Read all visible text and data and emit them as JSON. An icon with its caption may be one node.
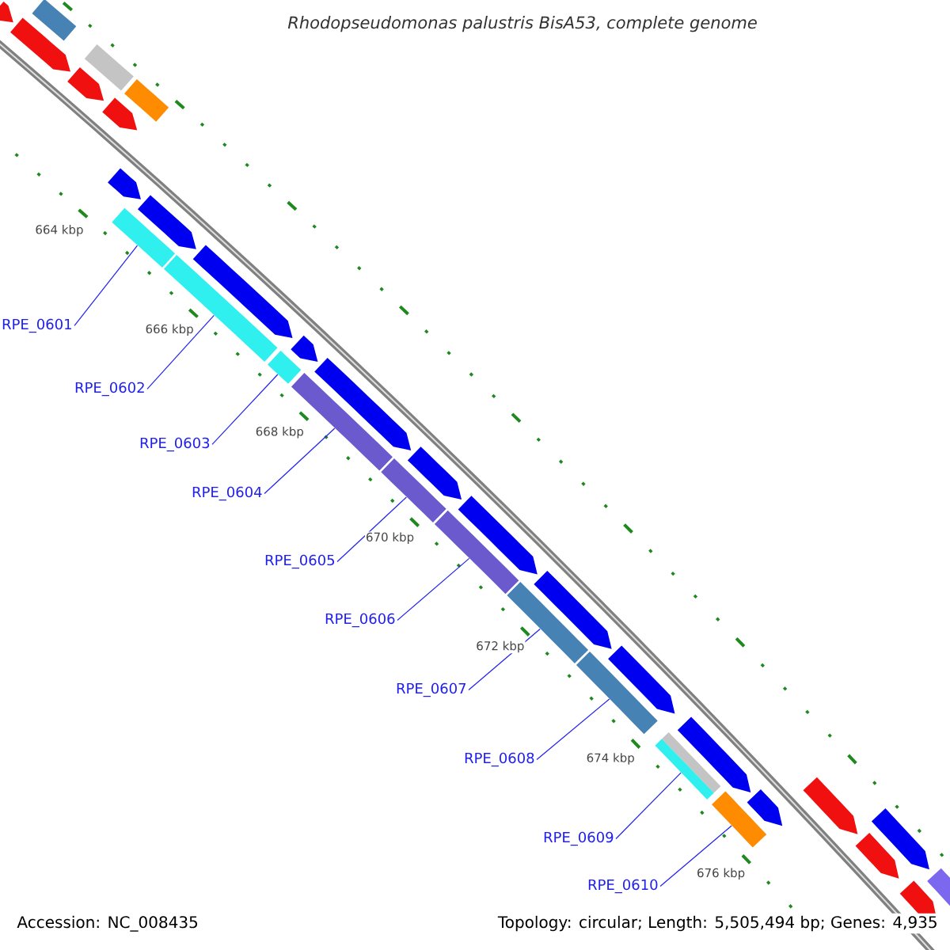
{
  "diagram": {
    "title": "Rhodopseudomonas palustris BisA53, complete genome",
    "nodes": [
      {
        "text": [
          "RPE_0601"
        ]
      },
      {
        "text": [
          "RPE_0602"
        ]
      },
      {
        "text": [
          "RPE_0603"
        ]
      },
      {
        "text": [
          "RPE_0604"
        ]
      },
      {
        "text": [
          "RPE_0605"
        ]
      },
      {
        "text": [
          "RPE_0606"
        ]
      },
      {
        "text": [
          "RPE_0607"
        ]
      },
      {
        "text": [
          "RPE_0608"
        ]
      },
      {
        "text": [
          "RPE_0609"
        ]
      },
      {
        "text": [
          "RPE_0610"
        ]
      },
      {
        "text": [],
        "shape": "bar"
      },
      {
        "text": [],
        "shape": "pentagon"
      },
      {
        "text": [],
        "shape": "pentagon"
      },
      {
        "text": [],
        "shape": "bar"
      },
      {
        "text": [],
        "shape": "pentagon"
      },
      {
        "text": [],
        "shape": "pentagon"
      },
      {
        "text": [],
        "shape": "bar"
      },
      {
        "text": [],
        "shape": "pentagon"
      },
      {
        "text": [],
        "shape": "bar"
      },
      {
        "text": [],
        "shape": "pentagon"
      },
      {
        "text": [],
        "shape": "bar"
      },
      {
        "text": [],
        "shape": "pentagon"
      },
      {
        "text": [],
        "shape": "bar"
      },
      {
        "text": [],
        "shape": "pentagon"
      },
      {
        "text": [],
        "shape": "bar"
      },
      {
        "text": [],
        "shape": "pentagon"
      },
      {
        "text": [],
        "shape": "bar"
      },
      {
        "text": [],
        "shape": "pentagon"
      },
      {
        "text": [],
        "shape": "bar"
      },
      {
        "text": [],
        "shape": "pentagon"
      },
      {
        "text": [],
        "shape": "bar"
      },
      {
        "text": [],
        "shape": "pentagon"
      },
      {
        "text": [],
        "shape": "bar"
      },
      {
        "text": [],
        "shape": "pentagon"
      },
      {
        "text": [],
        "shape": "bar"
      },
      {
        "text": [],
        "shape": "bar"
      },
      {
        "text": [],
        "shape": "pentagon"
      },
      {
        "text": [],
        "shape": "bar"
      },
      {
        "text": [],
        "shape": "pentagon"
      },
      {
        "text": [],
        "shape": "pentagon"
      },
      {
        "text": [],
        "shape": "pentagon"
      },
      {
        "text": [],
        "shape": "pentagon"
      },
      {
        "text": [],
        "shape": "pentagon"
      },
      {
        "text": [],
        "shape": "bar"
      }
    ],
    "edges": [
      {
        "from": 0,
        "to": 18,
        "arrow": "none"
      },
      {
        "from": 1,
        "to": 20,
        "arrow": "none"
      },
      {
        "from": 2,
        "to": 22,
        "arrow": "none"
      },
      {
        "from": 3,
        "to": 24,
        "arrow": "none"
      },
      {
        "from": 4,
        "to": 26,
        "arrow": "none"
      },
      {
        "from": 5,
        "to": 28,
        "arrow": "none"
      },
      {
        "from": 6,
        "to": 30,
        "arrow": "none"
      },
      {
        "from": 7,
        "to": 32,
        "arrow": "none"
      },
      {
        "from": 8,
        "to": 35,
        "arrow": "none"
      },
      {
        "from": 9,
        "to": 37,
        "arrow": "none"
      }
    ],
    "labels": [
      "664 kbp",
      "666 kbp",
      "668 kbp",
      "670 kbp",
      "672 kbp",
      "674 kbp",
      "676 kbp",
      "Accession: NC_008435",
      "Topology: circular; Length: 5,505,494 bp; Genes: 4,935"
    ]
  }
}
